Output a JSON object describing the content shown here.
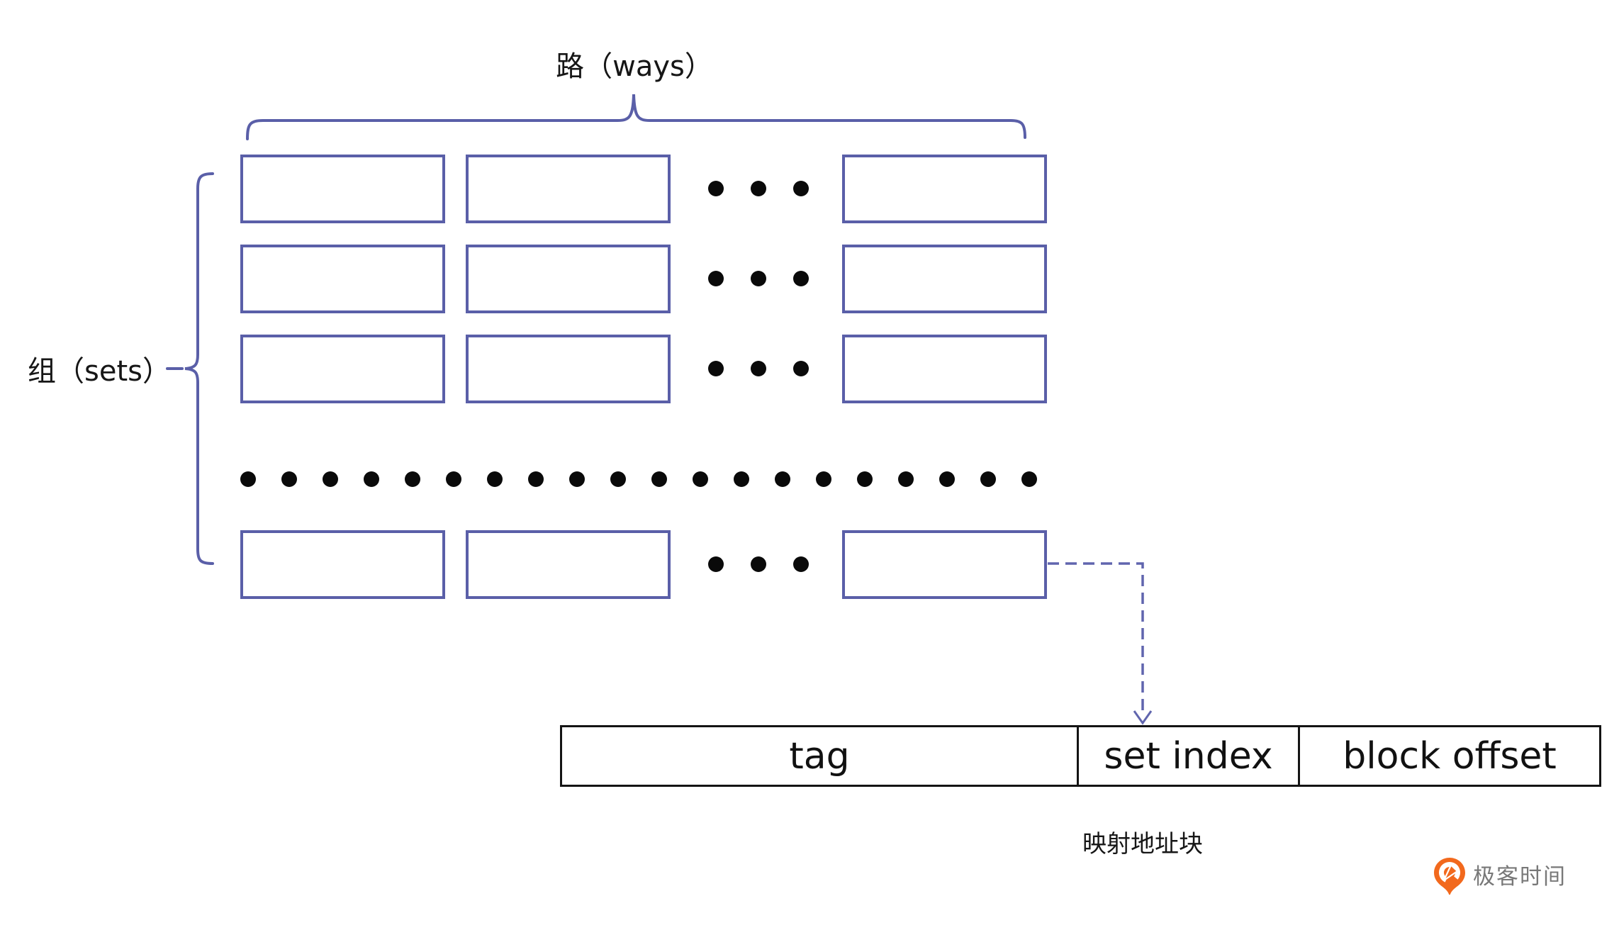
{
  "diagram": {
    "ways_label": "路（ways）",
    "sets_label": "组（sets）",
    "address_caption": "映射地址块",
    "grid": {
      "visible_way_columns": 3,
      "visible_set_rows": 4,
      "way_ellipsis_dots_per_row": 3,
      "set_ellipsis_dots": 20,
      "cells_are_empty": true
    },
    "colors": {
      "outline_purple": "#5A5FA8",
      "dot_black": "#0A0A0A",
      "table_border": "#141414",
      "text": "#161616"
    }
  },
  "address": {
    "fields": [
      {
        "label": "tag"
      },
      {
        "label": "set index"
      },
      {
        "label": "block offset"
      }
    ]
  },
  "logo": {
    "text": "极客时间",
    "icon": "geektime-pin-icon",
    "orange": "#F2691D",
    "text_gray": "#787878"
  }
}
